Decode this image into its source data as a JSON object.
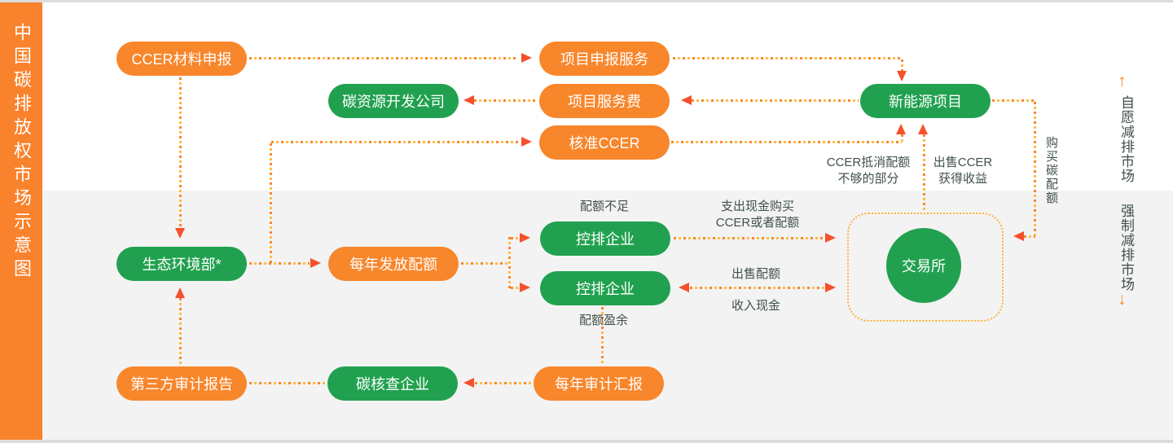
{
  "title": "中国碳排放权市场示意图",
  "colors": {
    "sidebar_orange": "#f9822c",
    "pill_orange": "#f8862b",
    "pill_green": "#21a14f",
    "arrowhead": "#f4512c",
    "dot_orange": "#f8872e",
    "dot_amber": "#ffbe42",
    "label_text": "#41504a",
    "band_gray": "#f3f3f3"
  },
  "markets": {
    "voluntary": {
      "label": "自愿减排市场",
      "arrow": "↑"
    },
    "mandatory": {
      "label": "强制减排市场",
      "arrow": "↓"
    }
  },
  "nodes": {
    "ccer_apply": {
      "label": "CCER材料申报",
      "type": "orange"
    },
    "project_apply": {
      "label": "项目申报服务",
      "type": "orange"
    },
    "carbon_dev_company": {
      "label": "碳资源开发公司",
      "type": "green"
    },
    "project_fee": {
      "label": "项目服务费",
      "type": "orange"
    },
    "new_energy": {
      "label": "新能源项目",
      "type": "green"
    },
    "approved_ccer": {
      "label": "核准CCER",
      "type": "orange"
    },
    "ministry": {
      "label": "生态环境部*",
      "type": "green"
    },
    "annual_quota": {
      "label": "每年发放配额",
      "type": "orange"
    },
    "controlled_top": {
      "label": "控排企业",
      "type": "green"
    },
    "controlled_bottom": {
      "label": "控排企业",
      "type": "green"
    },
    "exchange": {
      "label": "交易所",
      "type": "green"
    },
    "third_party_report": {
      "label": "第三方审计报告",
      "type": "orange"
    },
    "carbon_verifier": {
      "label": "碳核查企业",
      "type": "green"
    },
    "annual_audit": {
      "label": "每年审计汇报",
      "type": "orange"
    }
  },
  "labels": {
    "quota_short": "配额不足",
    "quota_surplus": "配额盈余",
    "pay_cash_1": "支出现金购买",
    "pay_cash_2": "CCER或者配额",
    "sell_quota": "出售配额",
    "receive_cash": "收入现金",
    "ccer_offset_1": "CCER抵消配额",
    "ccer_offset_2": "不够的部分",
    "sell_ccer_1": "出售CCER",
    "sell_ccer_2": "获得收益",
    "buy_quota": "购买碳配额"
  },
  "flows": [
    {
      "from": "ccer_apply",
      "to": "project_apply"
    },
    {
      "from": "project_apply",
      "to": "new_energy"
    },
    {
      "from": "new_energy",
      "to": "project_fee"
    },
    {
      "from": "project_fee",
      "to": "carbon_dev_company"
    },
    {
      "from": "ccer_apply",
      "to": "ministry"
    },
    {
      "from": "ministry",
      "to": "approved_ccer"
    },
    {
      "from": "approved_ccer",
      "to": "new_energy",
      "label": "CCER抵消配额不够的部分"
    },
    {
      "from": "exchange",
      "to": "new_energy",
      "label": "出售CCER获得收益"
    },
    {
      "from": "new_energy",
      "to": "exchange",
      "label": "购买碳配额"
    },
    {
      "from": "third_party_report",
      "to": "ministry"
    },
    {
      "from": "ministry",
      "to": "annual_quota"
    },
    {
      "from": "annual_quota",
      "to": "controlled_top",
      "label": "配额不足"
    },
    {
      "from": "annual_quota",
      "to": "controlled_bottom",
      "label": "配额盈余"
    },
    {
      "from": "controlled_top",
      "to": "exchange",
      "label": "支出现金购买CCER或者配额"
    },
    {
      "from": "controlled_bottom",
      "to": "exchange",
      "label": "出售配额 / 收入现金",
      "bidirectional": true
    },
    {
      "from": "controlled_bottom",
      "to": "annual_audit"
    },
    {
      "from": "annual_audit",
      "to": "carbon_verifier"
    },
    {
      "from": "carbon_verifier",
      "to": "third_party_report"
    }
  ]
}
